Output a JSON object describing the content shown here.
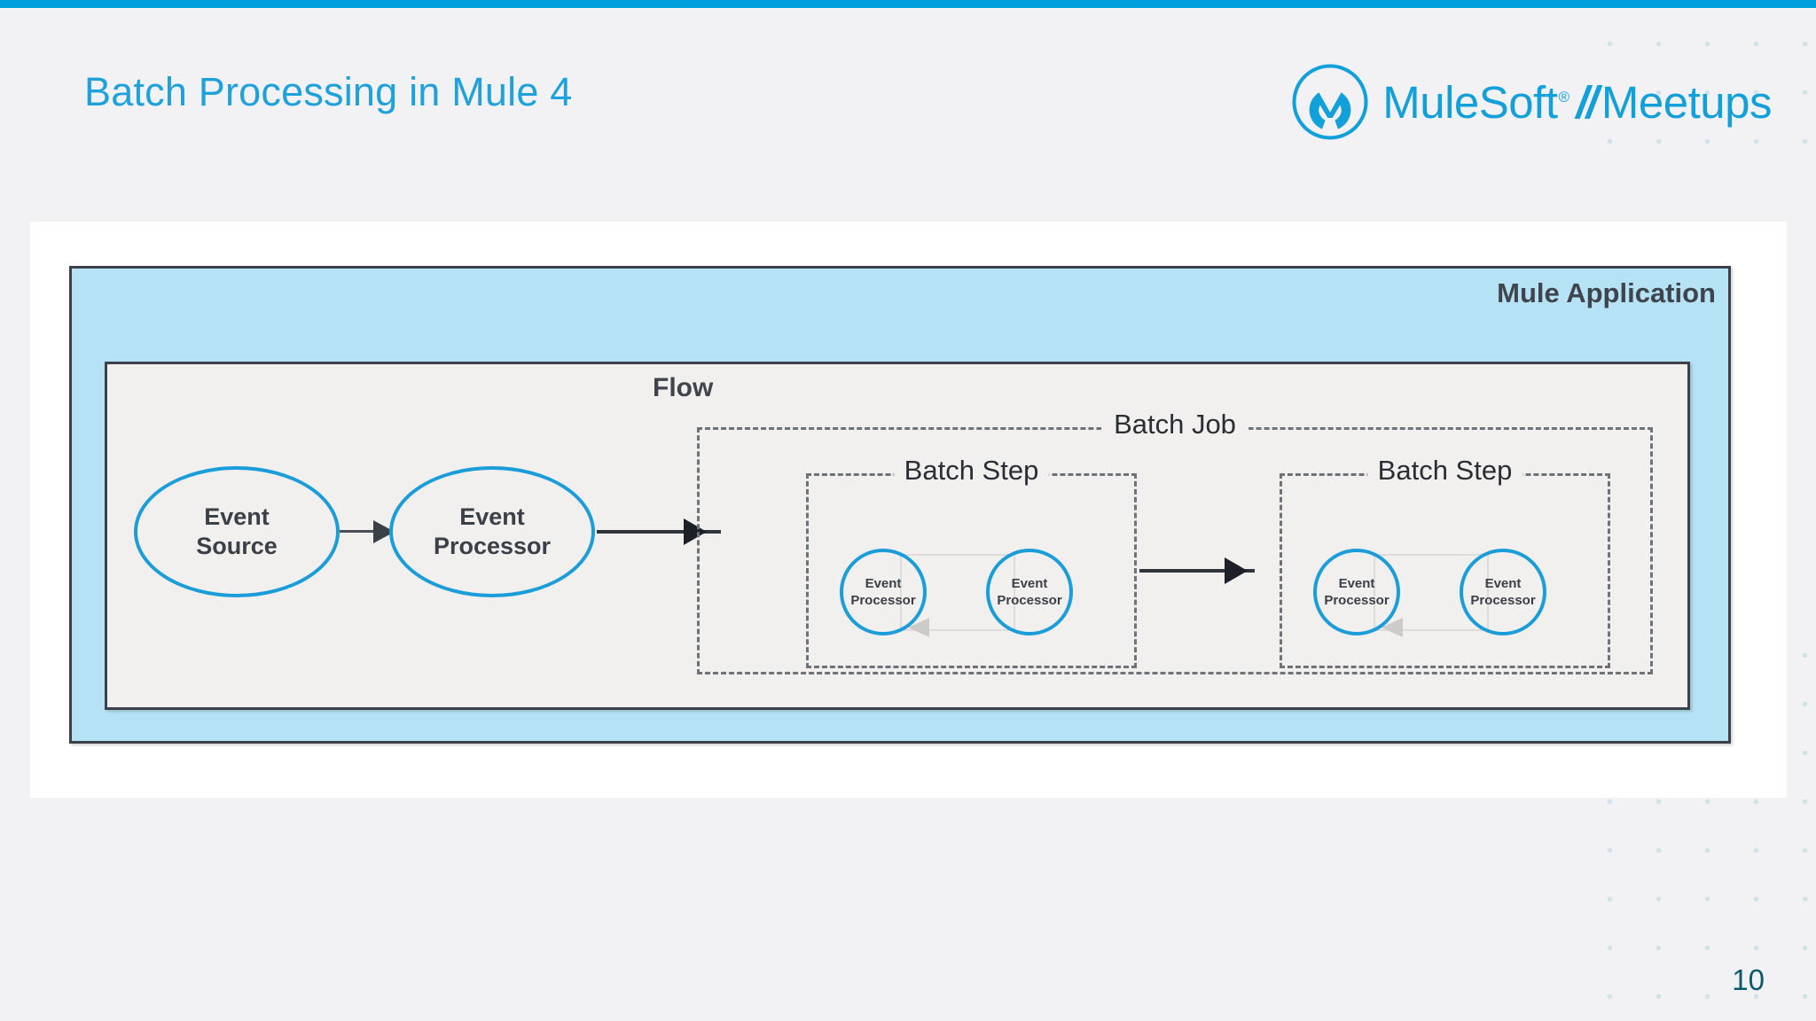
{
  "slide": {
    "title": "Batch Processing in Mule 4",
    "page_number": "10",
    "accent_color": "#00a0df",
    "title_color": "#1fa2dc",
    "page_number_color": "#0b5a6e",
    "background_color": "#f2f1f4"
  },
  "brand": {
    "logo_icon": "mulesoft-m-logo-icon",
    "name": "MuleSoft",
    "registered_mark": "®",
    "separator": "//",
    "program": "Meetups",
    "color": "#12a0db"
  },
  "diagram": {
    "type": "architecture-flow",
    "application": {
      "label": "Mule Application",
      "fill_color": "#b5e3f5",
      "border_color": "#3c4049"
    },
    "flow": {
      "label": "Flow",
      "fill_color": "#f1f0ee",
      "border_color": "#3c4049"
    },
    "nodes": [
      {
        "id": "event-source",
        "label_line1": "Event",
        "label_line2": "Source",
        "shape": "ellipse",
        "stroke": "#1b9dd9"
      },
      {
        "id": "event-processor",
        "label_line1": "Event",
        "label_line2": "Processor",
        "shape": "ellipse",
        "stroke": "#1b9dd9"
      }
    ],
    "batch_job": {
      "label": "Batch Job",
      "border_style": "dashed",
      "border_color": "#6e7279",
      "steps": [
        {
          "label": "Batch Step",
          "processors": [
            {
              "label_line1": "Event",
              "label_line2": "Processor"
            },
            {
              "label_line1": "Event",
              "label_line2": "Processor"
            }
          ]
        },
        {
          "label": "Batch Step",
          "processors": [
            {
              "label_line1": "Event",
              "label_line2": "Processor"
            },
            {
              "label_line1": "Event",
              "label_line2": "Processor"
            }
          ]
        }
      ]
    },
    "connectors": [
      {
        "from": "event-source",
        "to": "event-processor",
        "style": "solid-arrow"
      },
      {
        "from": "event-processor",
        "to": "batch-job",
        "style": "solid-arrow"
      },
      {
        "from": "batch-step-1",
        "to": "batch-step-2",
        "style": "solid-arrow"
      }
    ]
  }
}
